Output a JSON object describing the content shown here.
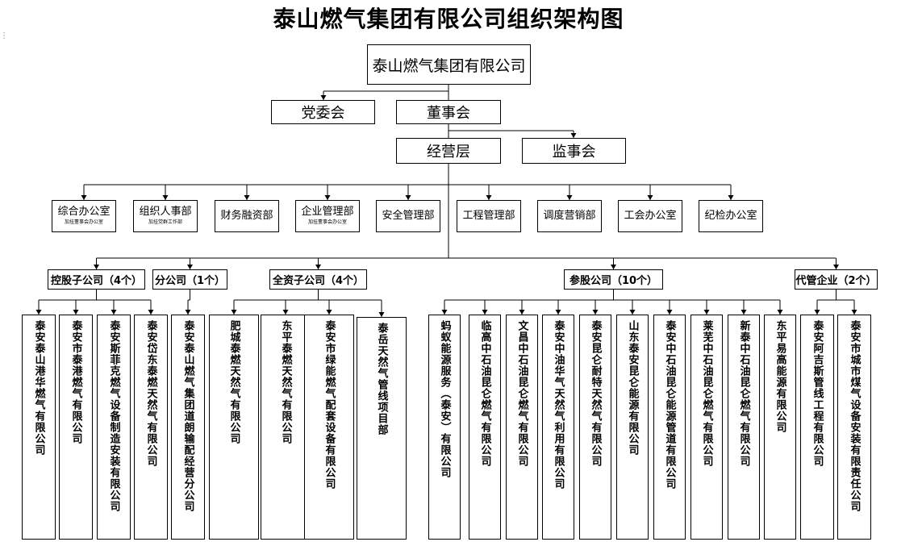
{
  "title": "泰山燃气集团有限公司组织架构图",
  "root": "泰山燃气集团有限公司",
  "governance": {
    "party": "党委会",
    "board": "董事会",
    "management": "经营层",
    "supervisory": "监事会"
  },
  "departments": [
    {
      "label": "综合办公室",
      "note": "加挂董事会办公室"
    },
    {
      "label": "组织人事部",
      "note": "加挂党群工作部"
    },
    {
      "label": "财务融资部",
      "note": ""
    },
    {
      "label": "企业管理部",
      "note": "加挂董事会办公室"
    },
    {
      "label": "安全管理部",
      "note": ""
    },
    {
      "label": "工程管理部",
      "note": ""
    },
    {
      "label": "调度营销部",
      "note": ""
    },
    {
      "label": "工会办公室",
      "note": ""
    },
    {
      "label": "纪检办公室",
      "note": ""
    }
  ],
  "categories": [
    {
      "label": "控股子公司（4个）",
      "companies": [
        "泰安泰山港华燃气有限公司",
        "泰安市泰港燃气有限公司",
        "泰安斯菲克燃气设备制造安装有限公司",
        "泰安岱东泰燃天然气有限公司"
      ]
    },
    {
      "label": "分公司（1个）",
      "companies": [
        "泰安泰山燃气集团道朗输配经营分公司"
      ]
    },
    {
      "label": "全资子公司（4个）",
      "companies": [
        "肥城泰燃天然气有限公司",
        "东平泰燃天然气有限公司",
        "泰安市绿能燃气配套设备有限公司",
        "泰岳天然气管线项目部"
      ]
    },
    {
      "label": "参股公司（10个）",
      "companies": [
        "蚂蚁能源服务（泰安）有限公司",
        "临高中石油昆仑燃气有限公司",
        "文昌中石油昆仑燃气有限公司",
        "泰安中油华气天然气利用有限公司",
        "泰安昆仑耐特天然气有限公司",
        "山东泰安昆仑能源有限公司",
        "泰安中石油昆仑能源管道有限公司",
        "莱芜中石油昆仑燃气有限公司",
        "新泰中石油昆仑燃气有限公司",
        "东平易高能源有限公司"
      ]
    },
    {
      "label": "代管企业（2个）",
      "companies": [
        "泰安阿吉斯管线工程有限公司",
        "泰安市城市煤气设备安装有限责任公司"
      ]
    }
  ]
}
